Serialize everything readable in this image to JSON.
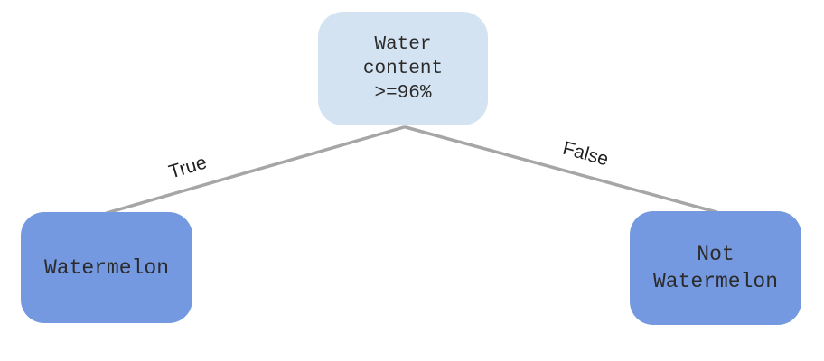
{
  "diagram": {
    "type": "decision-tree",
    "root_node": {
      "label": "Water\ncontent\n>=96%",
      "fill_color": "#d4e3f2"
    },
    "edges": [
      {
        "label": "True",
        "from": "root",
        "to": "watermelon"
      },
      {
        "label": "False",
        "from": "root",
        "to": "not-watermelon"
      }
    ],
    "leaf_nodes": [
      {
        "label": "Watermelon",
        "fill_color": "#7499e1"
      },
      {
        "label": "Not\nWatermelon",
        "fill_color": "#7499e1"
      }
    ],
    "colors": {
      "edge_line": "#a6a6a6",
      "node_text": "#2b2b2b",
      "background": "#ffffff"
    }
  }
}
